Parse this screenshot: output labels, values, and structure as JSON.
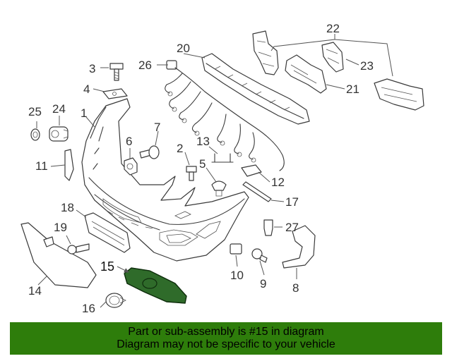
{
  "diagram": {
    "highlight_color": "#2f6b2a",
    "callouts": {
      "c1": "1",
      "c2": "2",
      "c3": "3",
      "c4": "4",
      "c5": "5",
      "c6": "6",
      "c7": "7",
      "c8": "8",
      "c9": "9",
      "c10": "10",
      "c11": "11",
      "c12": "12",
      "c13": "13",
      "c14": "14",
      "c15": "15",
      "c16": "16",
      "c17": "17",
      "c18": "18",
      "c19": "19",
      "c20": "20",
      "c21": "21",
      "c22": "22",
      "c23": "23",
      "c24": "24",
      "c25": "25",
      "c26": "26",
      "c27": "27"
    }
  },
  "banner": {
    "color": "#2e7d0b",
    "line1": "Part or sub-assembly is #15 in diagram",
    "line2": "Diagram may not be specific to your vehicle"
  }
}
